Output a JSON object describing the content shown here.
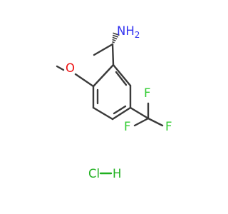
{
  "molecule": {
    "colors": {
      "carbon_bond": "#3a3a3a",
      "nitrogen": "#3333f0",
      "oxygen": "#ee1111",
      "fluorine": "#33cc33",
      "chlorine": "#1fb01f",
      "background": "#ffffff"
    },
    "atom_labels": {
      "amine": "NH",
      "amine_subscript": "2",
      "methoxy_oxygen": "O",
      "fluorine_top": "F",
      "fluorine_right": "F",
      "fluorine_bottom": "F",
      "chloride": "Cl",
      "hydrogen": "H"
    },
    "stereo_bond": "hashed-wedge"
  }
}
